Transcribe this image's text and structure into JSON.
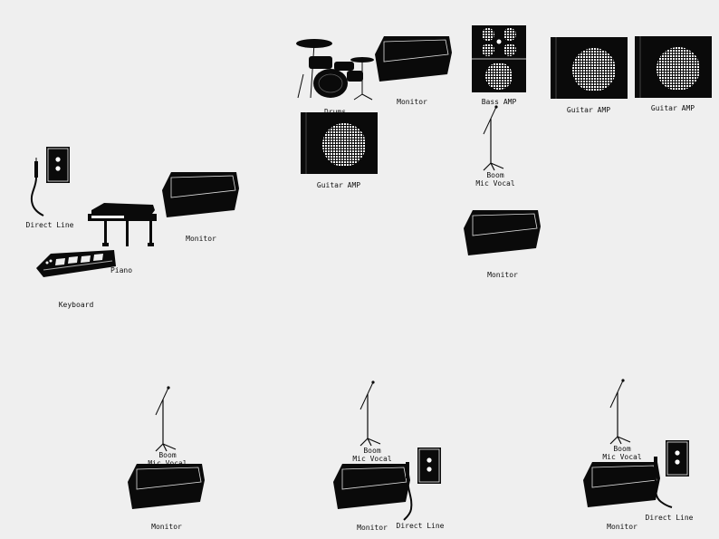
{
  "colors": {
    "background": "#efefef",
    "equipment": "#0a0a0a",
    "grille": "#ffffff"
  },
  "labels": {
    "drums": "Drums",
    "monitor": "Monitor",
    "bass_amp": "Bass AMP",
    "guitar_amp": "Guitar AMP",
    "direct_line": "Direct Line",
    "boom_mic_vocal": "Boom\nMic Vocal",
    "piano": "Piano",
    "keyboard": "Keyboard"
  }
}
